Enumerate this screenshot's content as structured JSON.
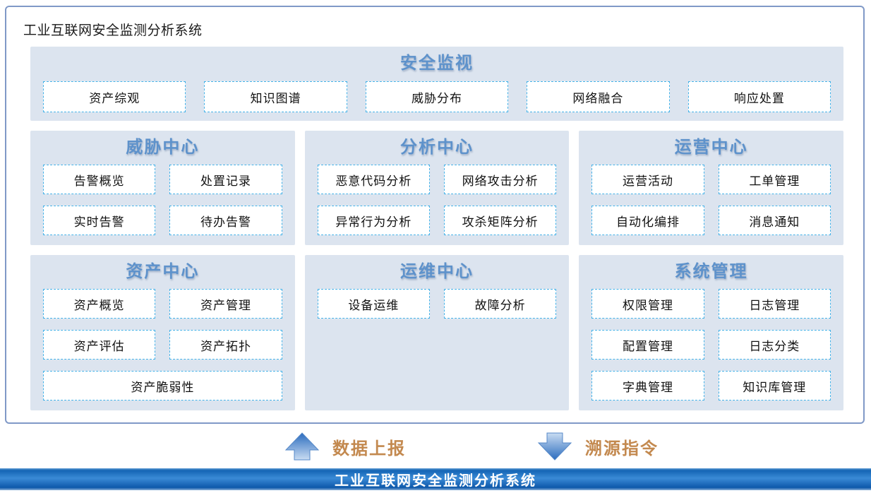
{
  "window": {
    "title": "工业互联网安全监测分析系统"
  },
  "panels": {
    "security_monitor": {
      "title": "安全监视",
      "items": [
        "资产综观",
        "知识图谱",
        "威胁分布",
        "网络融合",
        "响应处置"
      ]
    },
    "threat_center": {
      "title": "威胁中心",
      "items": [
        "告警概览",
        "处置记录",
        "实时告警",
        "待办告警"
      ]
    },
    "analysis_center": {
      "title": "分析中心",
      "items": [
        "恶意代码分析",
        "网络攻击分析",
        "异常行为分析",
        "攻杀矩阵分析"
      ]
    },
    "operation_center": {
      "title": "运营中心",
      "items": [
        "运营活动",
        "工单管理",
        "自动化编排",
        "消息通知"
      ]
    },
    "asset_center": {
      "title": "资产中心",
      "items": [
        "资产概览",
        "资产管理",
        "资产评估",
        "资产拓扑",
        "资产脆弱性"
      ]
    },
    "maintenance_center": {
      "title": "运维中心",
      "items": [
        "设备运维",
        "故障分析"
      ]
    },
    "system_management": {
      "title": "系统管理",
      "items": [
        "权限管理",
        "日志管理",
        "配置管理",
        "日志分类",
        "字典管理",
        "知识库管理"
      ]
    }
  },
  "flows": {
    "data_report": "数据上报",
    "trace_command": "溯源指令"
  },
  "footer_bar": {
    "label": "工业互联网安全监测分析系统"
  },
  "colors": {
    "outer_border": "#8099c7",
    "panel_bg": "#dce4ef",
    "panel_title": "#5e92cb",
    "box_border": "#45b2e8",
    "flow_label": "#c3894f",
    "arrow_dark": "#2b6cbe",
    "arrow_light": "#c9dcf2",
    "bar_blue_dark": "#0d58aa",
    "bar_blue_mid": "#3a8ad6",
    "bar_text": "#ffffff"
  }
}
